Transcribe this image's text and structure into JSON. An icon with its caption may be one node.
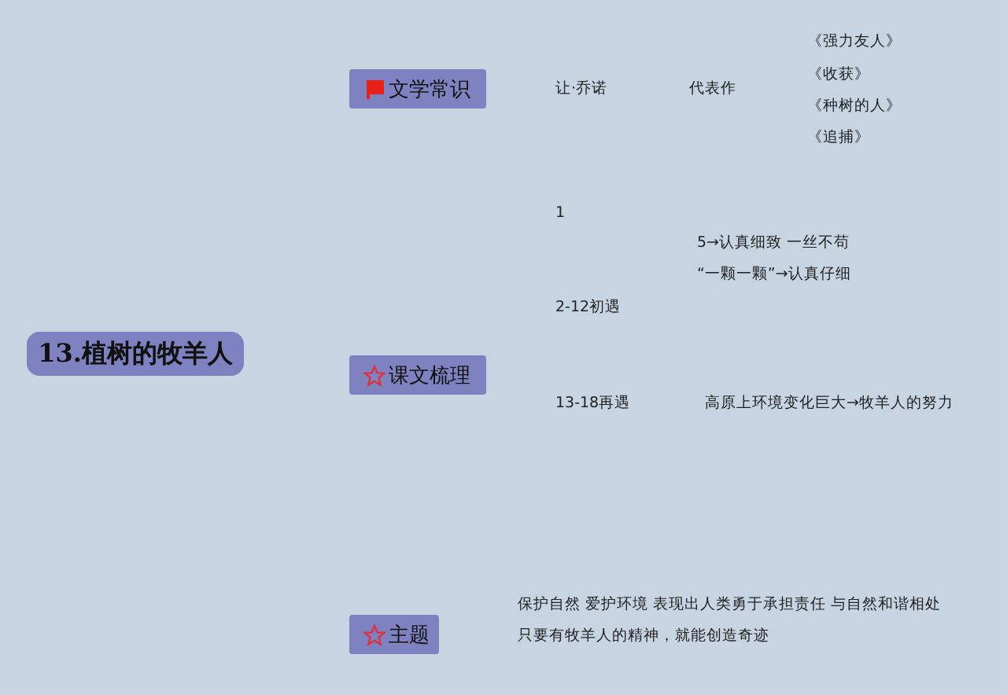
{
  "diagram": {
    "nodes": [
      {
        "text": [
          "13.植树的牧羊人"
        ]
      },
      {
        "text": [
          "文学常识"
        ]
      },
      {
        "text": [
          "课文梳理"
        ]
      },
      {
        "text": [
          "主题"
        ]
      }
    ],
    "labels": [
      "《强力友人》",
      "《收获》",
      "让·乔诺",
      "代表作",
      "《种树的人》",
      "《追捕》",
      "1",
      "5→认真细致 一丝不苟",
      "“一颗一颗”→认真仔细",
      "2-12初遇",
      "13-18再遇",
      "高原上环境变化巨大→牧羊人的努力",
      "保护自然 爱护环境 表现出人类勇于承担责任 与自然和谐相处",
      "只要有牧羊人的精神，就能创造奇迹"
    ]
  }
}
